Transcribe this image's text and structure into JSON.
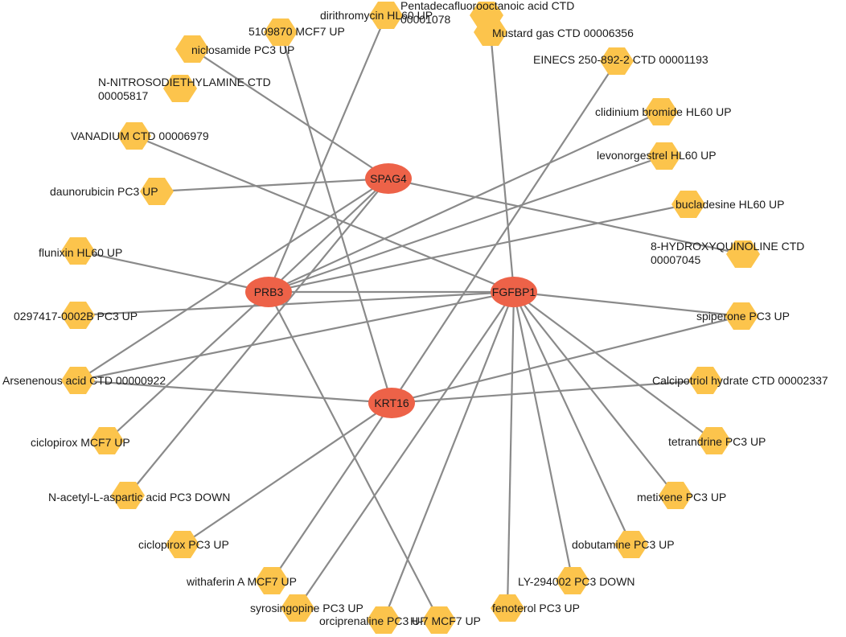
{
  "colors": {
    "gene_node": "#ed6248",
    "drug_node": "#fcc44c",
    "edge": "#8a8a8a"
  },
  "gene_nodes": [
    {
      "id": "SPAG4",
      "label": "SPAG4"
    },
    {
      "id": "PRB3",
      "label": "PRB3"
    },
    {
      "id": "FGFBP1",
      "label": "FGFBP1"
    },
    {
      "id": "KRT16",
      "label": "KRT16"
    }
  ],
  "drug_nodes": [
    {
      "id": "dirithromycin",
      "lines": [
        "dirithromycin HL60 UP"
      ]
    },
    {
      "id": "pfoa",
      "lines": [
        "Pentadecafluorooctanoic acid CTD",
        "00001078"
      ]
    },
    {
      "id": "5109870",
      "lines": [
        "5109870 MCF7 UP"
      ]
    },
    {
      "id": "mustard",
      "lines": [
        "Mustard gas CTD 00006356"
      ]
    },
    {
      "id": "niclosamide",
      "lines": [
        "niclosamide PC3 UP"
      ]
    },
    {
      "id": "einecs",
      "lines": [
        "EINECS 250-892-2 CTD 00001193"
      ]
    },
    {
      "id": "nndea",
      "lines": [
        "N-NITROSODIETHYLAMINE CTD",
        "00005817"
      ]
    },
    {
      "id": "clidinium",
      "lines": [
        "clidinium bromide HL60 UP"
      ]
    },
    {
      "id": "vanadium",
      "lines": [
        "VANADIUM CTD 00006979"
      ]
    },
    {
      "id": "levonorgestrel",
      "lines": [
        "levonorgestrel HL60 UP"
      ]
    },
    {
      "id": "daunorubicin",
      "lines": [
        "daunorubicin PC3 UP"
      ]
    },
    {
      "id": "bucladesine",
      "lines": [
        "bucladesine HL60 UP"
      ]
    },
    {
      "id": "hydroxyquinoline",
      "lines": [
        "8-HYDROXYQUINOLINE CTD",
        "00007045"
      ]
    },
    {
      "id": "flunixin",
      "lines": [
        "flunixin HL60 UP"
      ]
    },
    {
      "id": "c0297417",
      "lines": [
        "0297417-0002B PC3 UP"
      ]
    },
    {
      "id": "spiperone",
      "lines": [
        "spiperone PC3 UP"
      ]
    },
    {
      "id": "arsenenous",
      "lines": [
        "Arsenenous acid CTD 00000922"
      ]
    },
    {
      "id": "calcipotriol",
      "lines": [
        "Calcipotriol hydrate CTD 00002337"
      ]
    },
    {
      "id": "ciclopirox_mcf7",
      "lines": [
        "ciclopirox MCF7 UP"
      ]
    },
    {
      "id": "tetrandrine",
      "lines": [
        "tetrandrine PC3 UP"
      ]
    },
    {
      "id": "nacetyl",
      "lines": [
        "N-acetyl-L-aspartic acid PC3 DOWN"
      ]
    },
    {
      "id": "metixene",
      "lines": [
        "metixene PC3 UP"
      ]
    },
    {
      "id": "ciclopirox_pc3",
      "lines": [
        "ciclopirox PC3 UP"
      ]
    },
    {
      "id": "dobutamine",
      "lines": [
        "dobutamine PC3 UP"
      ]
    },
    {
      "id": "withaferin",
      "lines": [
        "withaferin A MCF7 UP"
      ]
    },
    {
      "id": "ly294002",
      "lines": [
        "LY-294002 PC3 DOWN"
      ]
    },
    {
      "id": "syrosingopine",
      "lines": [
        "syrosingopine PC3 UP"
      ]
    },
    {
      "id": "fenoterol",
      "lines": [
        "fenoterol PC3 UP"
      ]
    },
    {
      "id": "orciprenaline",
      "lines": [
        "orciprenaline PC3 UP"
      ]
    },
    {
      "id": "h7",
      "lines": [
        "H-7 MCF7 UP"
      ]
    }
  ],
  "edges": [
    [
      "SPAG4",
      "niclosamide"
    ],
    [
      "SPAG4",
      "daunorubicin"
    ],
    [
      "SPAG4",
      "hydroxyquinoline"
    ],
    [
      "SPAG4",
      "PRB3_link"
    ],
    [
      "SPAG4",
      "nacetyl"
    ],
    [
      "SPAG4",
      "arsenenous_x"
    ],
    [
      "PRB3",
      "dirithromycin"
    ],
    [
      "PRB3",
      "clidinium"
    ],
    [
      "PRB3",
      "levonorgestrel"
    ],
    [
      "PRB3",
      "bucladesine"
    ],
    [
      "PRB3",
      "flunixin"
    ],
    [
      "PRB3",
      "ciclopirox_mcf7"
    ],
    [
      "PRB3",
      "h7"
    ],
    [
      "PRB3",
      "FGFBP1_link"
    ],
    [
      "FGFBP1",
      "mustard"
    ],
    [
      "FGFBP1",
      "vanadium"
    ],
    [
      "FGFBP1",
      "c0297417"
    ],
    [
      "FGFBP1",
      "arsenenous"
    ],
    [
      "FGFBP1",
      "spiperone"
    ],
    [
      "FGFBP1",
      "tetrandrine"
    ],
    [
      "FGFBP1",
      "metixene"
    ],
    [
      "FGFBP1",
      "dobutamine"
    ],
    [
      "FGFBP1",
      "ly294002"
    ],
    [
      "FGFBP1",
      "fenoterol"
    ],
    [
      "FGFBP1",
      "orciprenaline"
    ],
    [
      "FGFBP1",
      "syrosingopine"
    ],
    [
      "KRT16",
      "5109870"
    ],
    [
      "KRT16",
      "einecs"
    ],
    [
      "KRT16",
      "arsenenous"
    ],
    [
      "KRT16",
      "calcipotriol"
    ],
    [
      "KRT16",
      "spiperone"
    ],
    [
      "KRT16",
      "withaferin"
    ],
    [
      "KRT16",
      "ciclopirox_pc3"
    ]
  ]
}
